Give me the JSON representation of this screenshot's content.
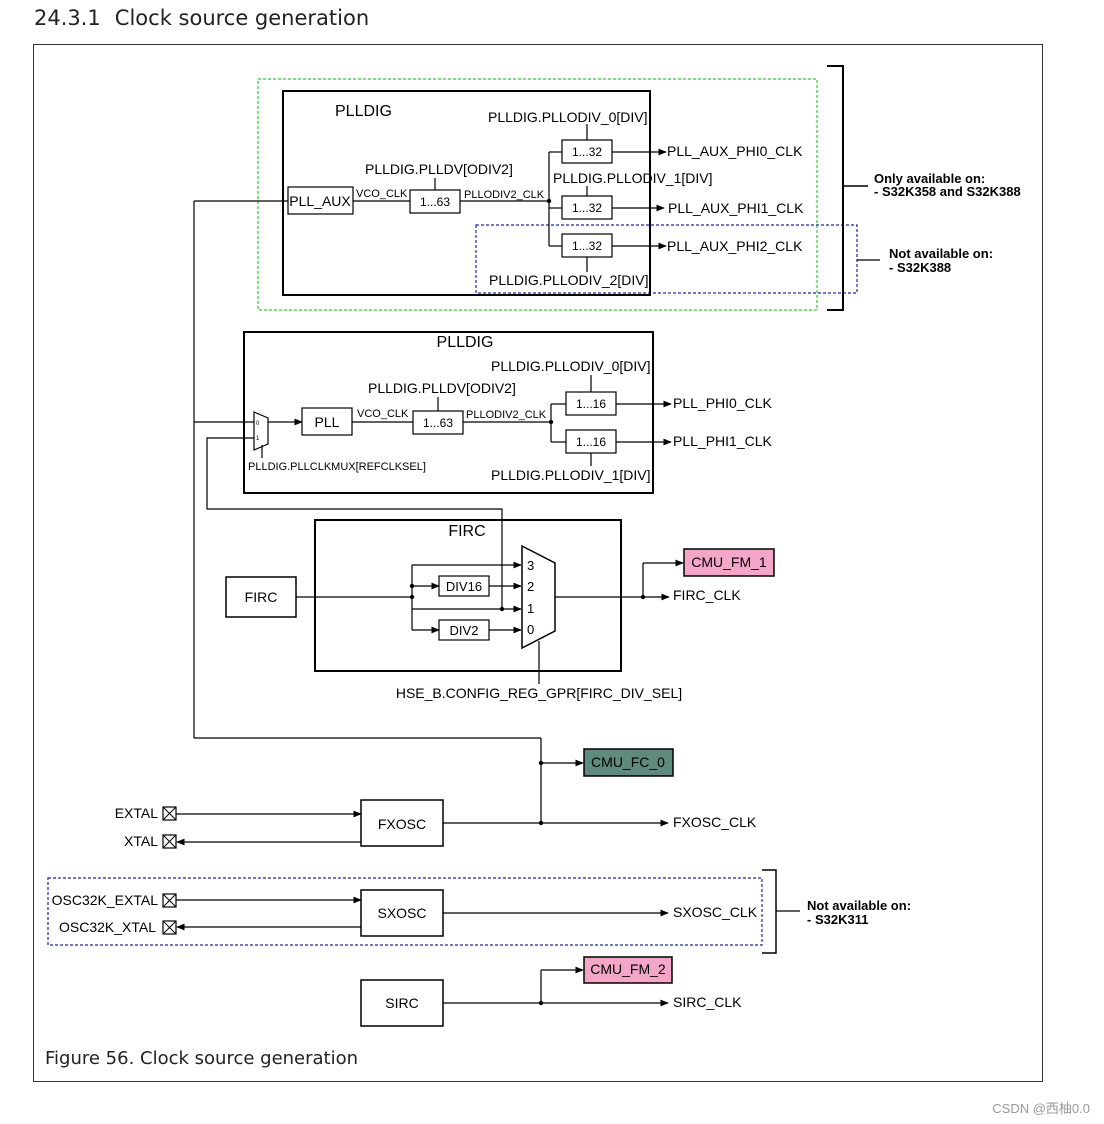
{
  "heading": {
    "number": "24.3.1",
    "title": "Clock source generation"
  },
  "caption": "Figure 56.  Clock source generation",
  "watermark": "CSDN @西柚0.0",
  "pll_aux": {
    "title": "PLLDIG",
    "pll": "PLL_AUX",
    "vco": "VCO_CLK",
    "pllodv": "PLLDIG.PLLDV[ODIV2]",
    "div_range": "1...63",
    "div2_clk": "PLLODIV2_CLK",
    "odiv0_reg": "PLLDIG.PLLODIV_0[DIV]",
    "odiv1_reg": "PLLDIG.PLLODIV_1[DIV]",
    "odiv2_reg": "PLLDIG.PLLODIV_2[DIV]",
    "odiv_range": "1...32",
    "out0": "PLL_AUX_PHI0_CLK",
    "out1": "PLL_AUX_PHI1_CLK",
    "out2": "PLL_AUX_PHI2_CLK"
  },
  "note_only": {
    "line1": "Only available on:",
    "line2": "- S32K358 and S32K388"
  },
  "note_not388": {
    "line1": "Not available on:",
    "line2": "- S32K388"
  },
  "pll_main": {
    "title": "PLLDIG",
    "pll": "PLL",
    "vco": "VCO_CLK",
    "pllodv": "PLLDIG.PLLDV[ODIV2]",
    "div_range": "1...63",
    "div2_clk": "PLLODIV2_CLK",
    "odiv0_reg": "PLLDIG.PLLODIV_0[DIV]",
    "odiv1_reg": "PLLDIG.PLLODIV_1[DIV]",
    "odiv_range": "1...16",
    "out0": "PLL_PHI0_CLK",
    "out1": "PLL_PHI1_CLK",
    "mux_sel": "PLLDIG.PLLCLKMUX[REFCLKSEL]",
    "mux_in0": "0",
    "mux_in1": "1"
  },
  "firc": {
    "title": "FIRC",
    "source": "FIRC",
    "div16": "DIV16",
    "div2": "DIV2",
    "mux_inputs": [
      "3",
      "2",
      "1",
      "0"
    ],
    "select": "HSE_B.CONFIG_REG_GPR[FIRC_DIV_SEL]",
    "out": "FIRC_CLK",
    "monitor": "CMU_FM_1"
  },
  "fxosc": {
    "block": "FXOSC",
    "extal": "EXTAL",
    "xtal": "XTAL",
    "out": "FXOSC_CLK",
    "monitor": "CMU_FC_0"
  },
  "sxosc": {
    "block": "SXOSC",
    "extal": "OSC32K_EXTAL",
    "xtal": "OSC32K_XTAL",
    "out": "SXOSC_CLK"
  },
  "note_not311": {
    "line1": "Not available on:",
    "line2": "- S32K311"
  },
  "sirc": {
    "block": "SIRC",
    "out": "SIRC_CLK",
    "monitor": "CMU_FM_2"
  },
  "colors": {
    "green_dash": "#33cc33",
    "blue_dash": "#1f2aa0",
    "cmu_fm_fill": "#f4a6c8",
    "cmu_fc_fill": "#5e8b7e"
  }
}
